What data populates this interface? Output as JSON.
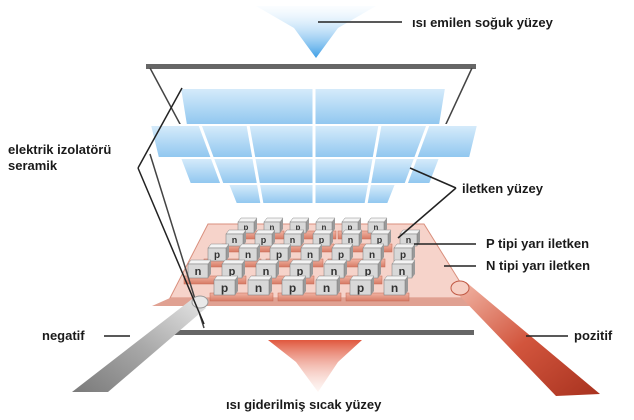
{
  "labels": {
    "cold_surface": "ısı emilen soğuk yüzey",
    "insulator_line1": "elektrik izolatörü",
    "insulator_line2": "seramik",
    "conductive_surface": "iletken yüzey",
    "p_type": "P tipi yarı iletken",
    "n_type": "N tipi yarı iletken",
    "negative": "negatif",
    "positive": "pozitif",
    "hot_surface": "ısı giderilmiş sıcak yüzey"
  },
  "pellet_marks": {
    "p": "p",
    "n": "n"
  },
  "colors": {
    "cold_arrow": "#4aa8e8",
    "hot_arrow": "#e2664b",
    "ceramic_plate": "#a9d4f3",
    "copper_strip": "#e8a08f",
    "frame": "#555555",
    "positive_wire": "#c9553f",
    "negative_wire": "#b8b8b8"
  }
}
